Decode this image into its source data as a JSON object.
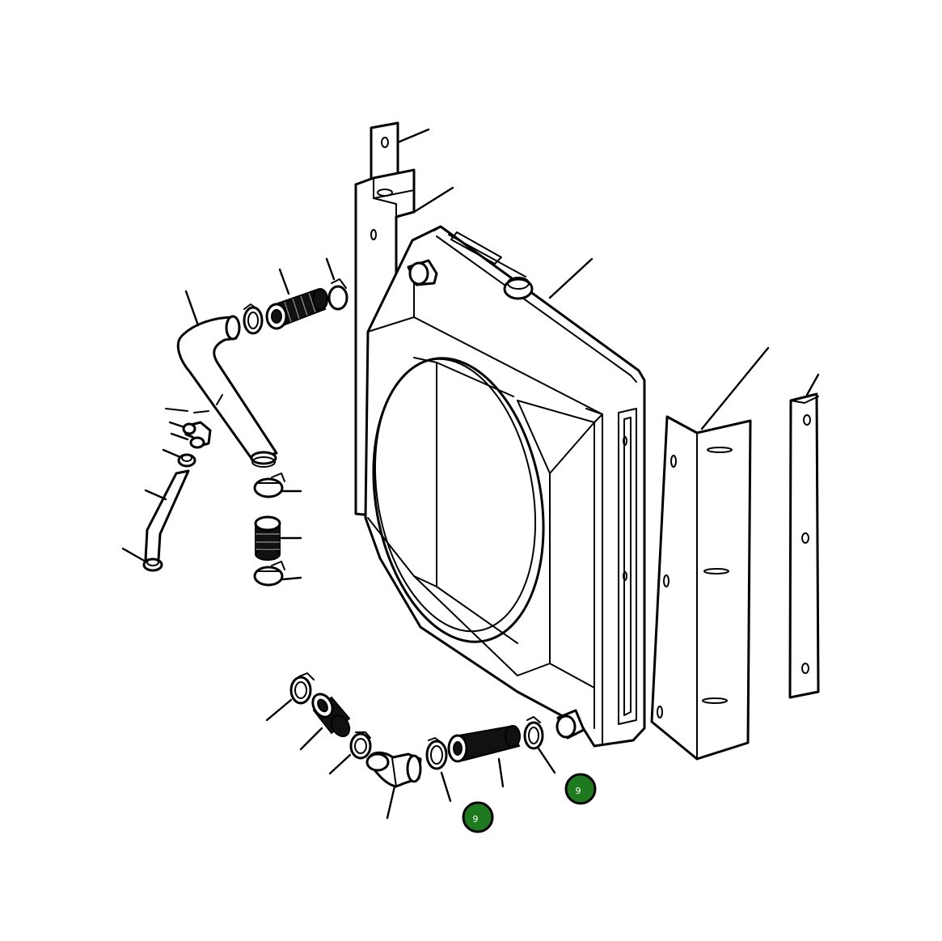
{
  "callouts": [
    {
      "id": "callout-1",
      "label": "9",
      "color": "#1f7a1f"
    },
    {
      "id": "callout-2",
      "label": "9",
      "color": "#1f7a1f"
    }
  ]
}
